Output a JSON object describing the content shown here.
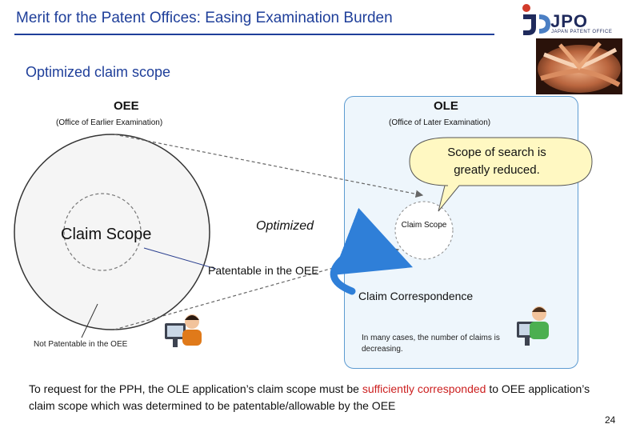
{
  "slide": {
    "title": "Merit for the Patent Offices: Easing Examination Burden",
    "subtitle": "Optimized claim scope",
    "page_number": "24"
  },
  "logo": {
    "text": "JPO",
    "subtext": "JAPAN PATENT OFFICE"
  },
  "oee": {
    "heading": "OEE",
    "subheading": "(Office of Earlier Examination)",
    "claim_scope_label": "Claim Scope",
    "not_patentable_label": "Not Patentable in the OEE"
  },
  "ole": {
    "heading": "OLE",
    "subheading": "(Office of Later Examination)",
    "callout": "Scope of search is greatly reduced.",
    "claim_scope_label": "Claim Scope",
    "claims_note": "In many cases, the number of claims is decreasing."
  },
  "diagram": {
    "optimized_label": "Optimized",
    "patentable_label": "Patentable in the OEE",
    "correspondence_label": "Claim Correspondence"
  },
  "footer": {
    "text_before": "To request for the PPH, the OLE application’s claim scope must  be ",
    "text_highlight": "sufficiently corresponded",
    "text_after": " to OEE application’s claim scope which was determined to be patentable/allowable by the OEE"
  },
  "colors": {
    "title": "#1f3f9a",
    "highlight": "#cc1f1f",
    "callout_fill": "#fff8c2",
    "panel_fill": "#eef6fc",
    "panel_border": "#5d9bd1",
    "arrow_blue": "#2f7fd8"
  }
}
